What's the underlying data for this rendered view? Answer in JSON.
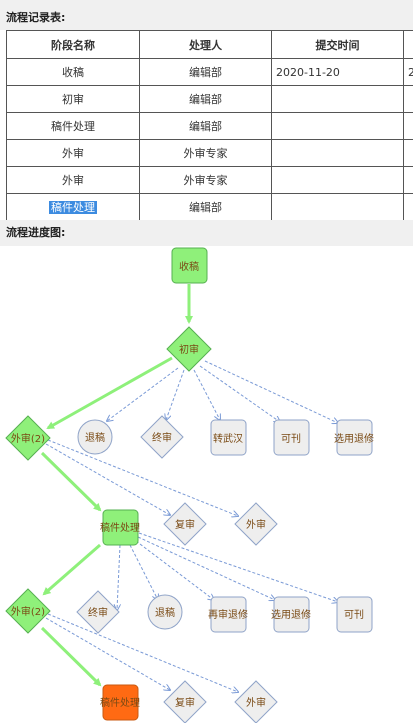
{
  "records_title": "流程记录表:",
  "progress_title": "流程进度图:",
  "table": {
    "headers": [
      "阶段名称",
      "处理人",
      "提交时间",
      ""
    ],
    "rows": [
      [
        "收稿",
        "编辑部",
        "2020-11-20",
        "2"
      ],
      [
        "初审",
        "编辑部",
        "",
        ""
      ],
      [
        "稿件处理",
        "编辑部",
        "",
        ""
      ],
      [
        "外审",
        "外审专家",
        "",
        ""
      ],
      [
        "外审",
        "外审专家",
        "",
        ""
      ],
      [
        "稿件处理",
        "编辑部",
        "",
        ""
      ]
    ]
  },
  "flow": {
    "colors": {
      "green_fill": "#8ff07a",
      "green_stroke": "#55b050",
      "grey_fill": "#eeeeee",
      "grey_stroke": "#8fa3c8",
      "orange_fill": "#ff6a13",
      "active_edge": "#8ef07a",
      "pending_edge": "#7a9ad6"
    },
    "nodes": {
      "shougao": "收稿",
      "chushen": "初审",
      "waishen1": "外审(2)",
      "tuigao1": "退稿",
      "zhongshen1": "终审",
      "zhuanwuhan": "转武汉",
      "kekan1": "可刊",
      "xuanyong1": "选用退修",
      "gaojian1": "稿件处理",
      "fushen1": "复审",
      "waishen_b1": "外审",
      "waishen2": "外审(2)",
      "zhongshen2": "终审",
      "tuigao2": "退稿",
      "zaishen": "再审退修",
      "xuanyong2": "选用退修",
      "kekan2": "可刊",
      "gaojian2": "稿件处理",
      "fushen2": "复审",
      "waishen_b2": "外审"
    }
  }
}
